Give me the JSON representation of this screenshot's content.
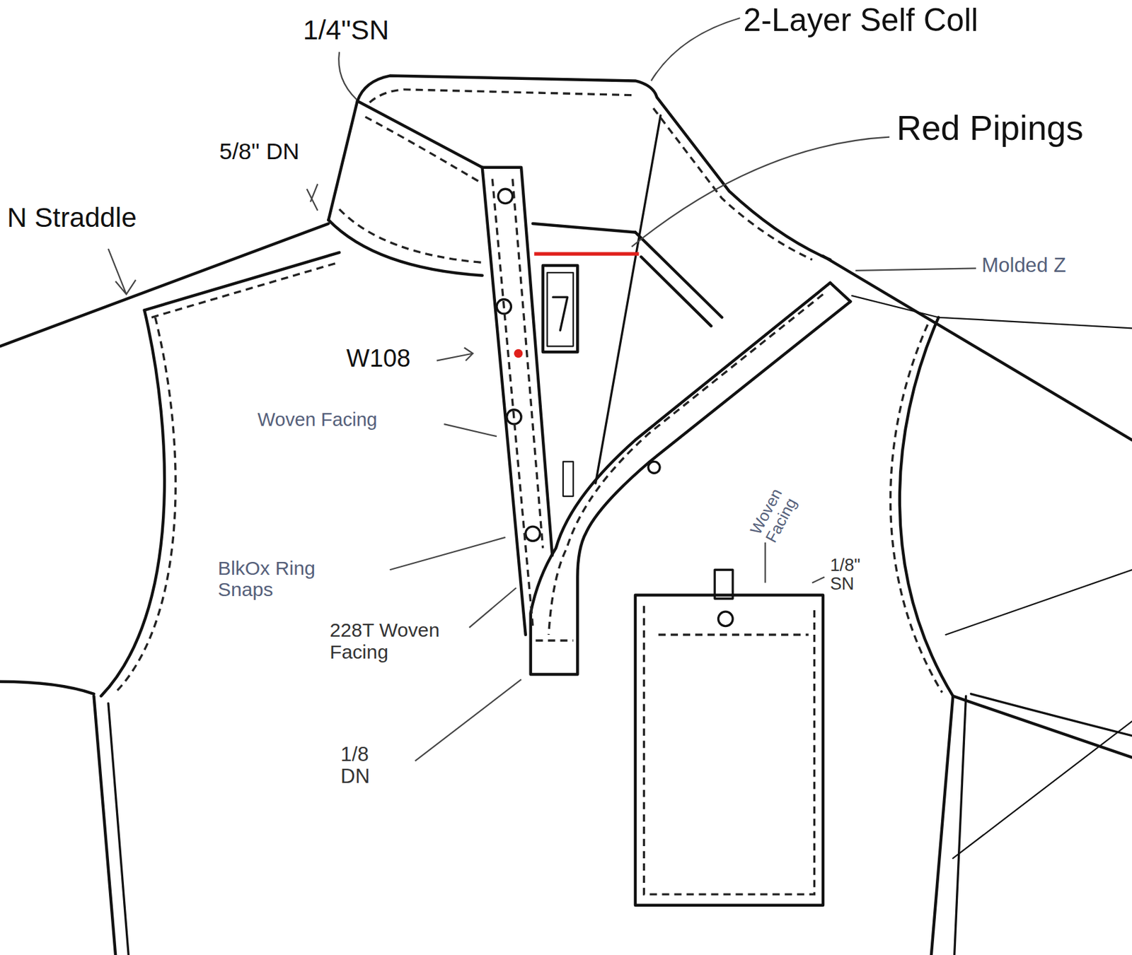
{
  "diagram": {
    "labels": [
      "1/4\"SN",
      "2-Layer Self Coll",
      "5/8\" DN",
      "Red Pipings",
      "Molded Z",
      "N Straddle",
      "W108",
      "Woven Facing",
      "BlkOx Ring Snaps",
      "228T Woven Facing",
      "1/8 DN",
      "Woven Facing",
      "1/8\" SN"
    ]
  }
}
